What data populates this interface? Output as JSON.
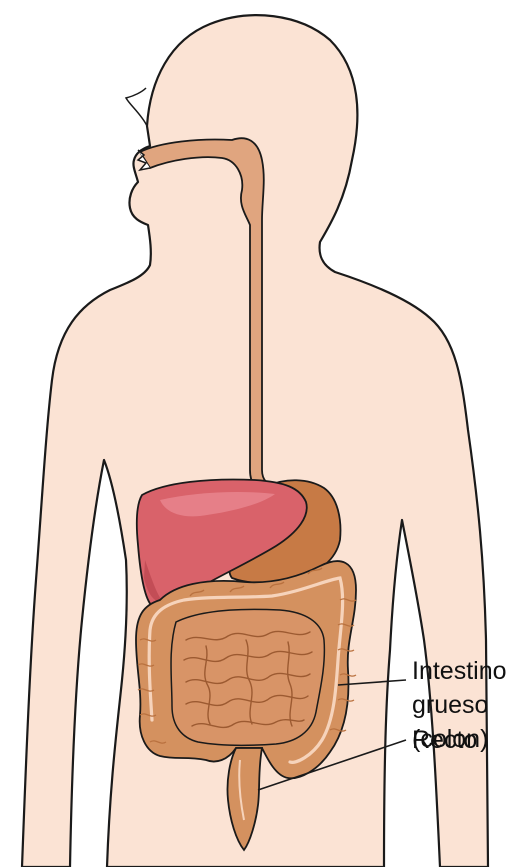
{
  "labels": {
    "large_intestine": [
      "Intestino",
      "grueso",
      "(colon)"
    ],
    "rectum": "Recto"
  },
  "colors": {
    "skin": "#fbe3d4",
    "outline": "#1a1a1a",
    "esophagus": "#e0a57f",
    "liver": "#d9626a",
    "liver_highlight": "#e98790",
    "stomach": "#c77a45",
    "intestine": "#d4915f",
    "intestine_shadow": "#b9713f",
    "intestine_highlight": "#f6d3bb"
  }
}
